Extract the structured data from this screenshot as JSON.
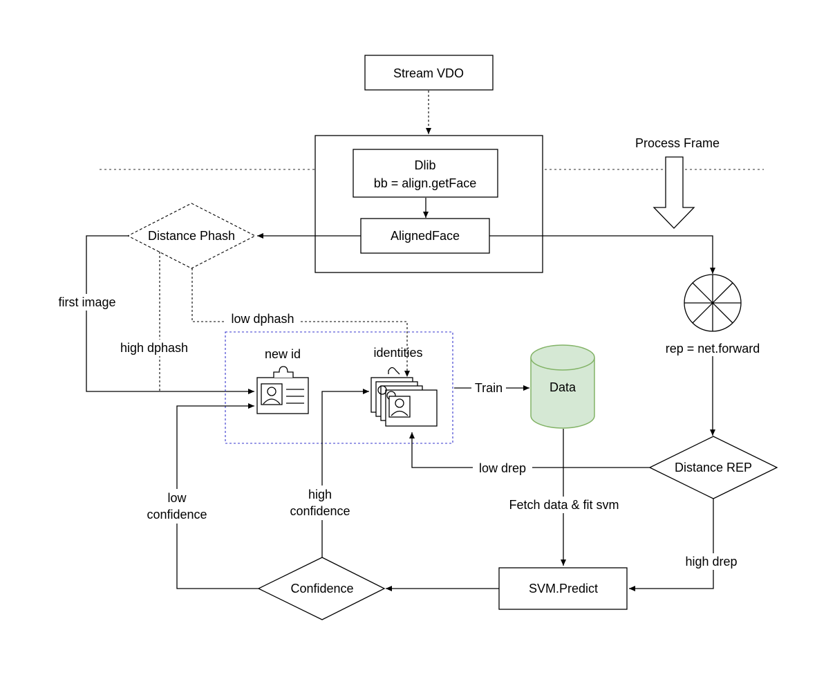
{
  "nodes": {
    "stream": "Stream VDO",
    "dlib_line1": "Dlib",
    "dlib_line2": "bb = align.getFace",
    "aligned": "AlignedFace",
    "distance_phash": "Distance Phash",
    "new_id": "new id",
    "identities": "identities",
    "data": "Data",
    "process_frame": "Process Frame",
    "rep": "rep = net.forward",
    "distance_rep": "Distance REP",
    "svm_predict": "SVM.Predict",
    "confidence": "Confidence"
  },
  "edges": {
    "first_image": "first image",
    "high_dphash": "high dphash",
    "low_dphash": "low dphash",
    "train": "Train",
    "low_drep": "low drep",
    "fetch": "Fetch data & fit svm",
    "high_drep": "high drep",
    "low_conf_1": "low",
    "low_conf_2": "confidence",
    "high_conf_1": "high",
    "high_conf_2": "confidence"
  },
  "colors": {
    "cylinder_fill": "#d5e8d4",
    "cylinder_stroke": "#82b366",
    "group_border": "#3333cc"
  }
}
